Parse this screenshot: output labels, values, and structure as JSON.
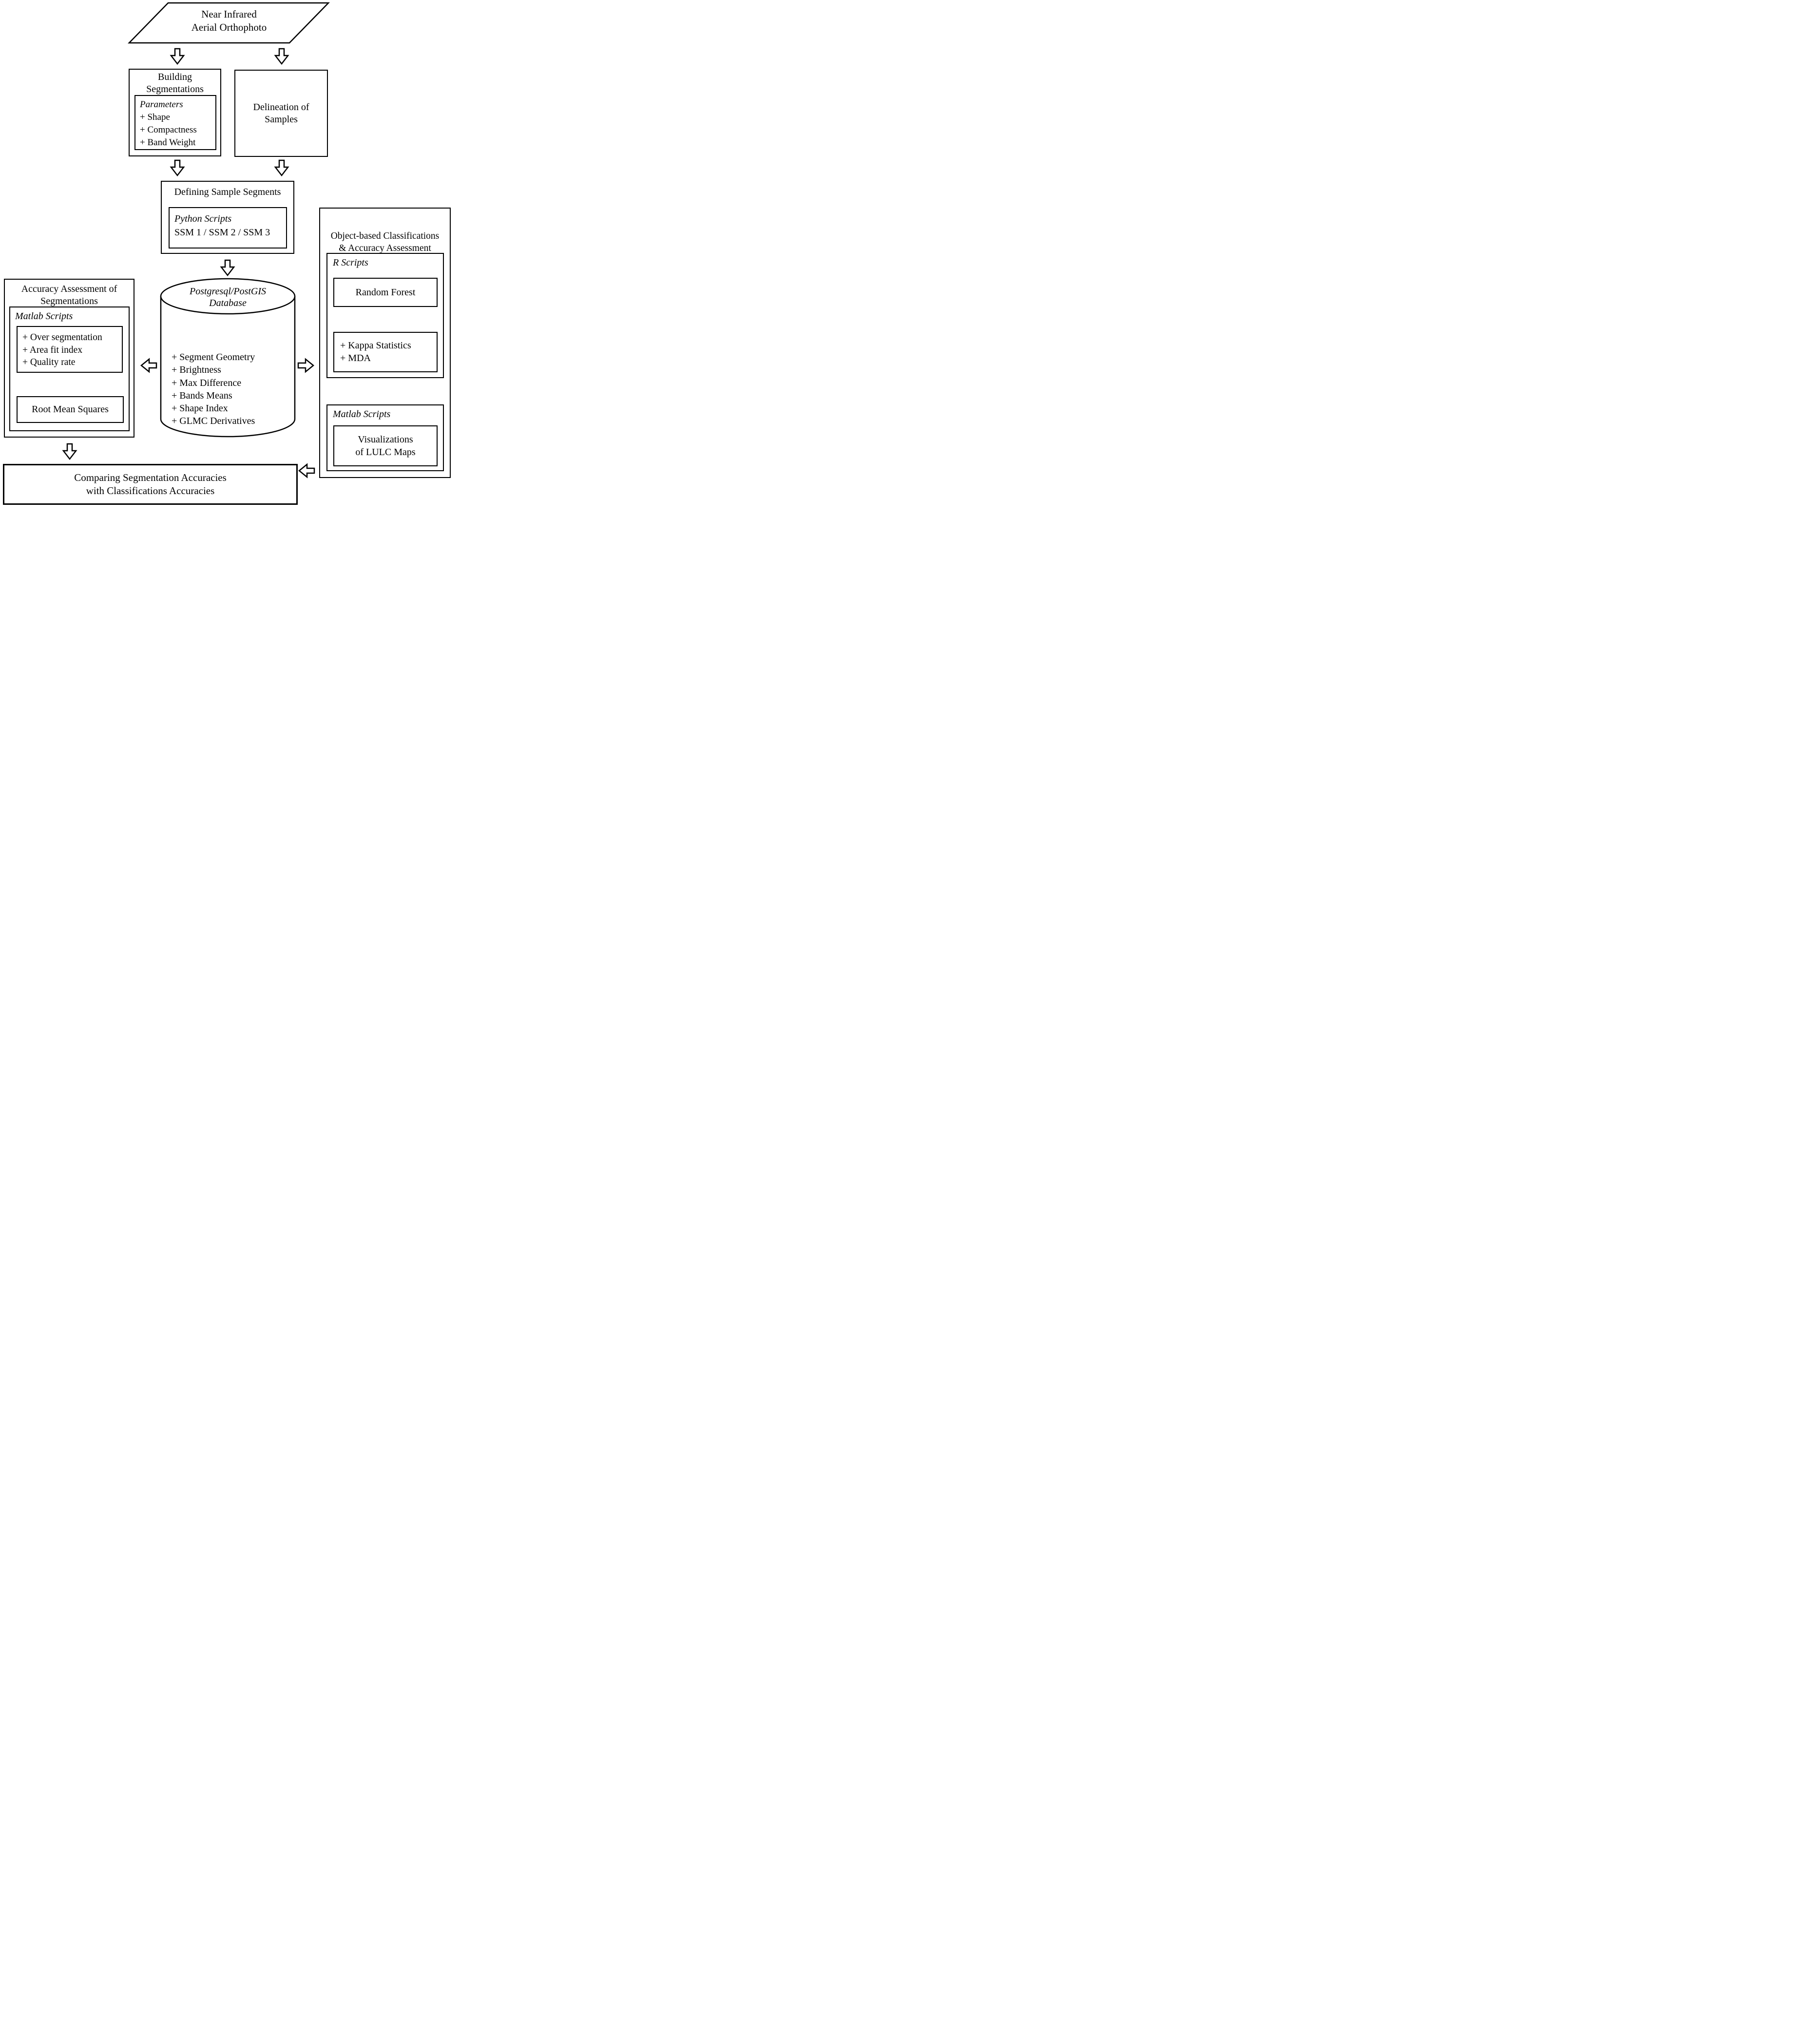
{
  "figure": {
    "orthophoto": {
      "line1": "Near Infrared",
      "line2": "Aerial Orthophoto"
    },
    "building": {
      "line1": "Building",
      "line2": "Segmentations",
      "params_label": "Parameters",
      "params": [
        "+ Shape",
        "+ Compactness",
        "+ Band Weight"
      ]
    },
    "delineation": {
      "line1": "Delineation of",
      "line2": "Samples"
    },
    "defining": {
      "title": "Defining Sample Segments",
      "script_label": "Python Scripts",
      "scripts": "SSM 1 / SSM 2 / SSM 3"
    },
    "database": {
      "line1": "Postgresql/PostGIS",
      "line2": "Database",
      "attributes": [
        "+ Segment Geometry",
        "+ Brightness",
        "+ Max Difference",
        "+ Bands Means",
        "+ Shape Index",
        "+ GLMC Derivatives"
      ]
    },
    "segmentation_accuracy": {
      "line1": "Accuracy Assessment of",
      "line2": "Segmentations",
      "script_label": "Matlab Scripts",
      "metrics": [
        "+ Over segmentation",
        "+ Area fit index",
        "+ Quality rate"
      ],
      "result": "Root Mean Squares"
    },
    "classification": {
      "line1": "Object-based Classifications",
      "line2": "& Accuracy Assessment",
      "r_label": "R Scripts",
      "random_forest": "Random Forest",
      "stats": [
        "+ Kappa Statistics",
        "+ MDA"
      ],
      "matlab_label": "Matlab Scripts",
      "viz_line1": "Visualizations",
      "viz_line2": "of LULC Maps"
    },
    "comparison": {
      "line1": "Comparing Segmentation Accuracies",
      "line2": "with Classifications Accuracies"
    }
  }
}
